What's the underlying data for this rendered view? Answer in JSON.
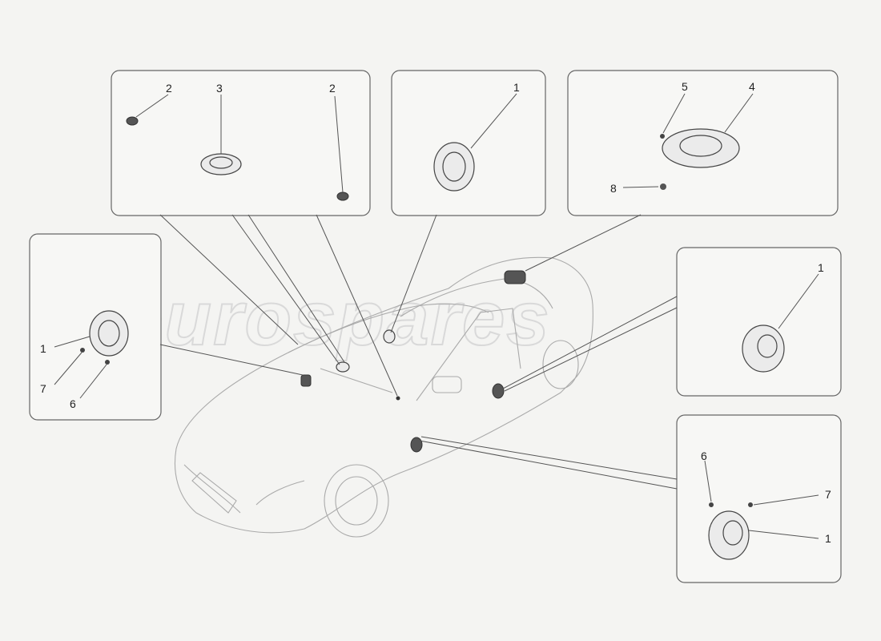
{
  "watermark": "eurospares",
  "callouts": {
    "p1_a": "2",
    "p1_b": "3",
    "p1_c": "2",
    "p2_a": "1",
    "p3_a": "5",
    "p3_b": "4",
    "p3_c": "8",
    "p4_a": "1",
    "p4_b": "7",
    "p4_c": "6",
    "p5_a": "1",
    "p6_a": "6",
    "p6_b": "7",
    "p6_c": "1"
  }
}
